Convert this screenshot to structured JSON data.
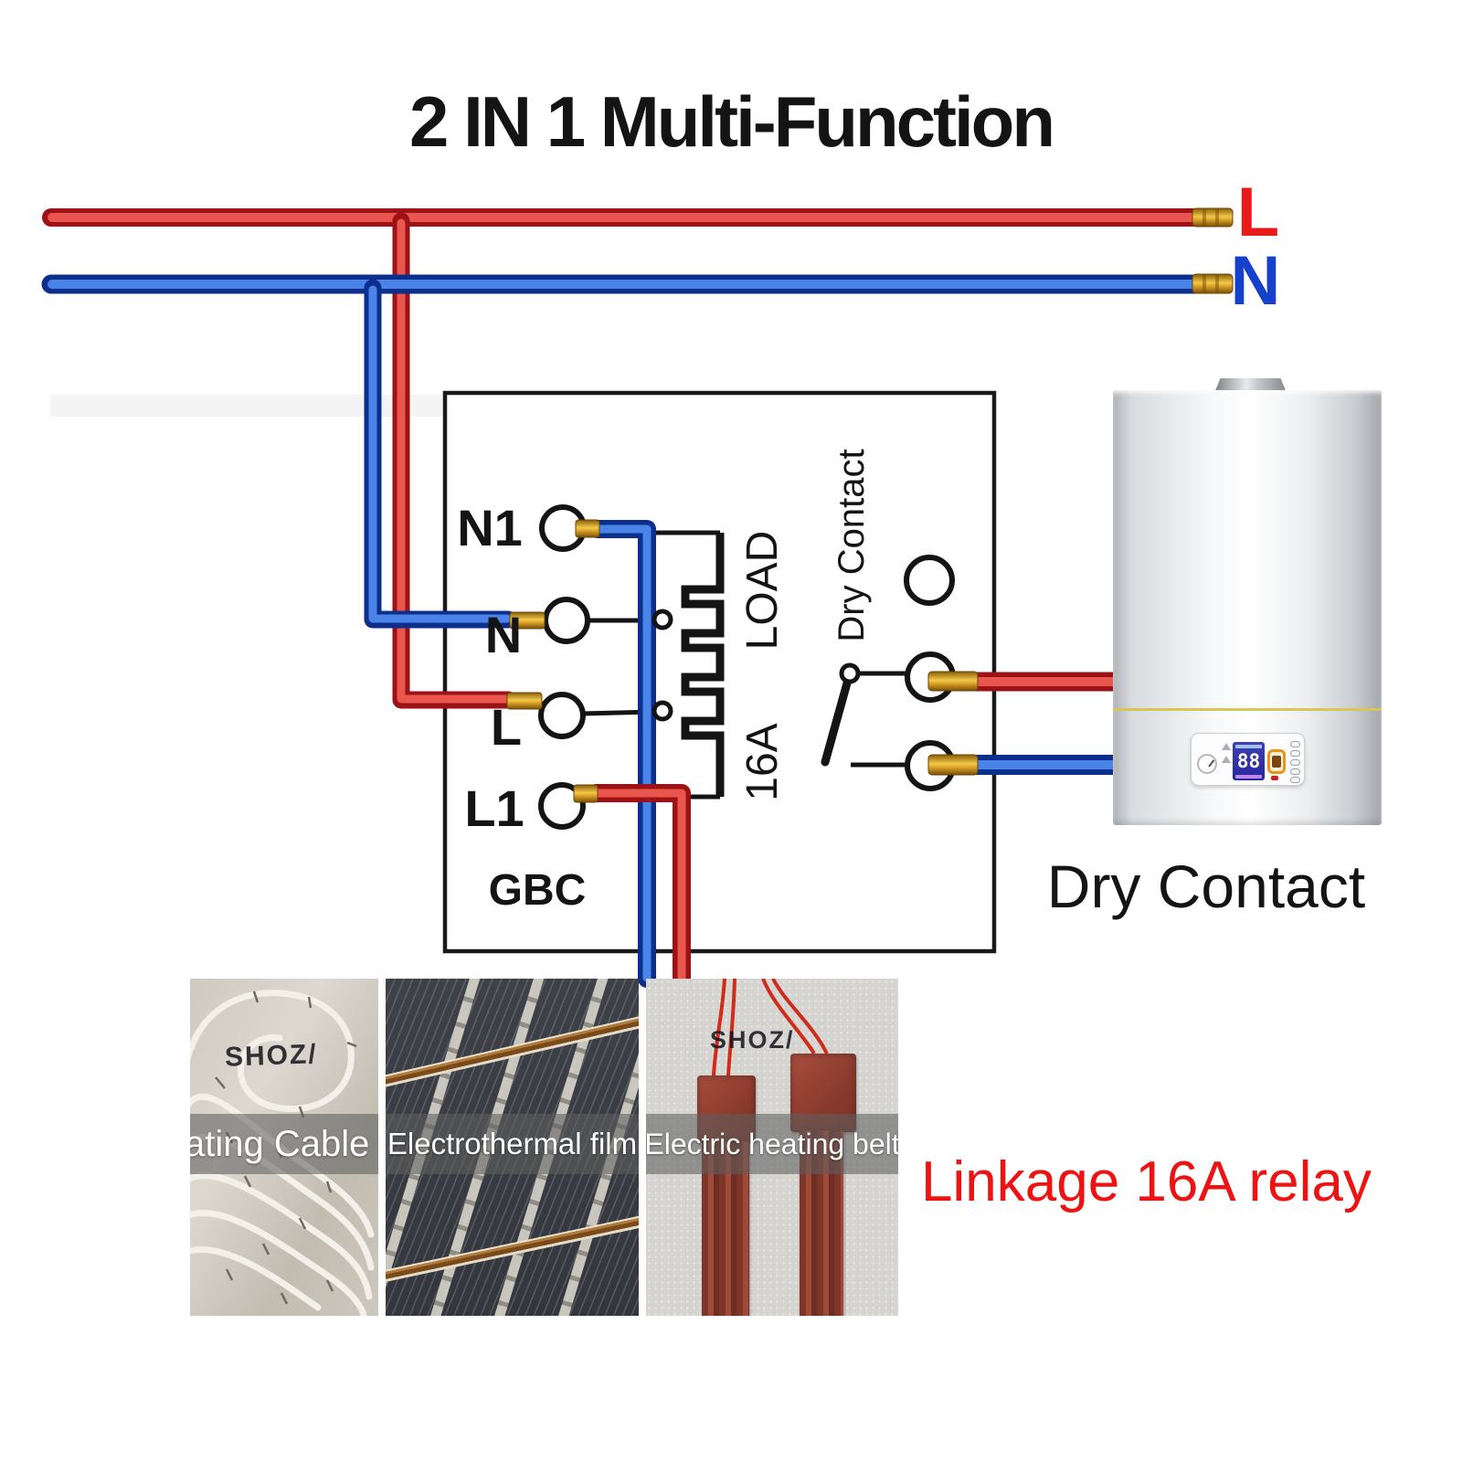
{
  "title": "2 IN 1 Multi-Function",
  "supply": {
    "live_label": "L",
    "neutral_label": "N"
  },
  "thermostat": {
    "model_label": "GBC",
    "terminals": [
      "N1",
      "N",
      "L",
      "L1"
    ],
    "load_label": "LOAD",
    "load_rating": "16A",
    "dry_contact_rotated_label": "Dry Contact"
  },
  "boiler": {
    "display_value": "88",
    "label": "Dry Contact"
  },
  "photos": [
    {
      "caption": "ating Cable",
      "watermark": "SHOZ/"
    },
    {
      "caption": "Electrothermal film",
      "watermark": ""
    },
    {
      "caption": "Electric heating belt",
      "watermark": "SHOZ/"
    }
  ],
  "note": {
    "text": "Linkage 16A relay",
    "color": "#ee1212"
  },
  "colors": {
    "live_wire": "#c01c20",
    "live_wire_highlight": "#e8564e",
    "neutral_wire": "#0c2f8e",
    "neutral_wire_highlight": "#4b84e8",
    "ferrule_gold": "#e0a92e",
    "schematic_line": "#141414",
    "note_red": "#ee1212"
  }
}
